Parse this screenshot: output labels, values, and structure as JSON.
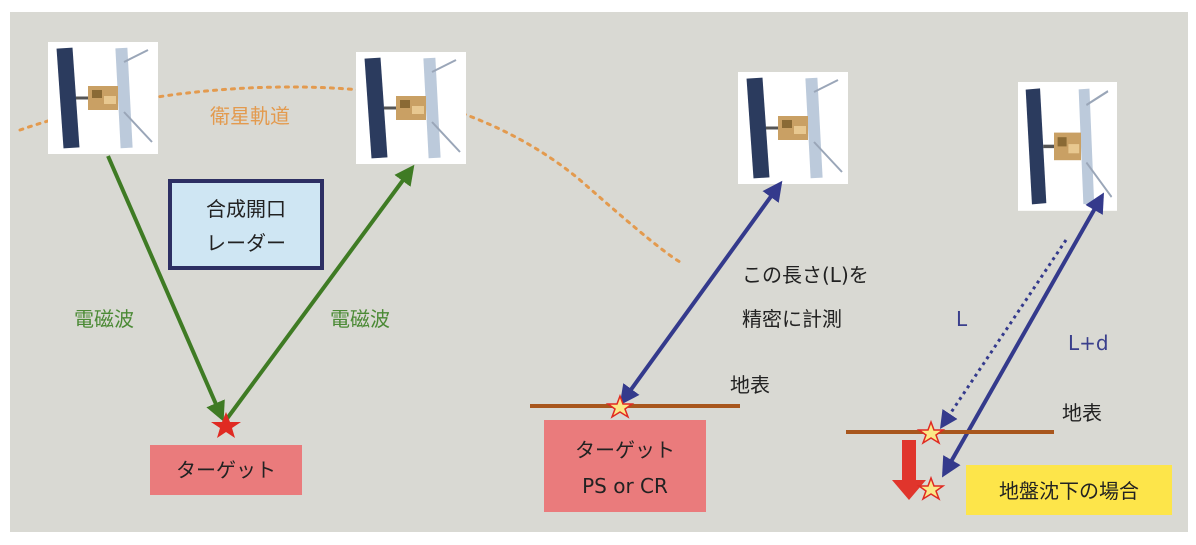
{
  "labels": {
    "orbit": "衛星軌道",
    "sar_line1": "合成開口",
    "sar_line2": "レーダー",
    "wave_left": "電磁波",
    "wave_right": "電磁波",
    "target_left": "ターゲット",
    "measure_line1": "この長さ(L)を",
    "measure_line2": "精密に計測",
    "ground_mid": "地表",
    "target_mid_line1": "ターゲット",
    "target_mid_line2": "PS or CR",
    "length_L": "L",
    "length_Ld": "L+d",
    "ground_right": "地表",
    "subsidence": "地盤沈下の場合"
  },
  "colors": {
    "background": "#d9d9d3",
    "orbit": "#e39a4e",
    "wave_arrow": "#3f7b24",
    "measure_arrow": "#343a8c",
    "ground": "#a8561d",
    "target_box": "#ea7b7c",
    "sar_box_fill": "#cfe6f3",
    "sar_box_border": "#2d2f63",
    "subsidence_box": "#fde54a",
    "subsidence_arrow": "#e0352c",
    "star_red": "#e02a22",
    "star_fill": "#fbe887",
    "wave_text": "#4b8a35",
    "measure_text": "#3a3f8c"
  },
  "icons": [
    "satellite-icon",
    "target-star-icon",
    "subsidence-arrow-icon"
  ]
}
